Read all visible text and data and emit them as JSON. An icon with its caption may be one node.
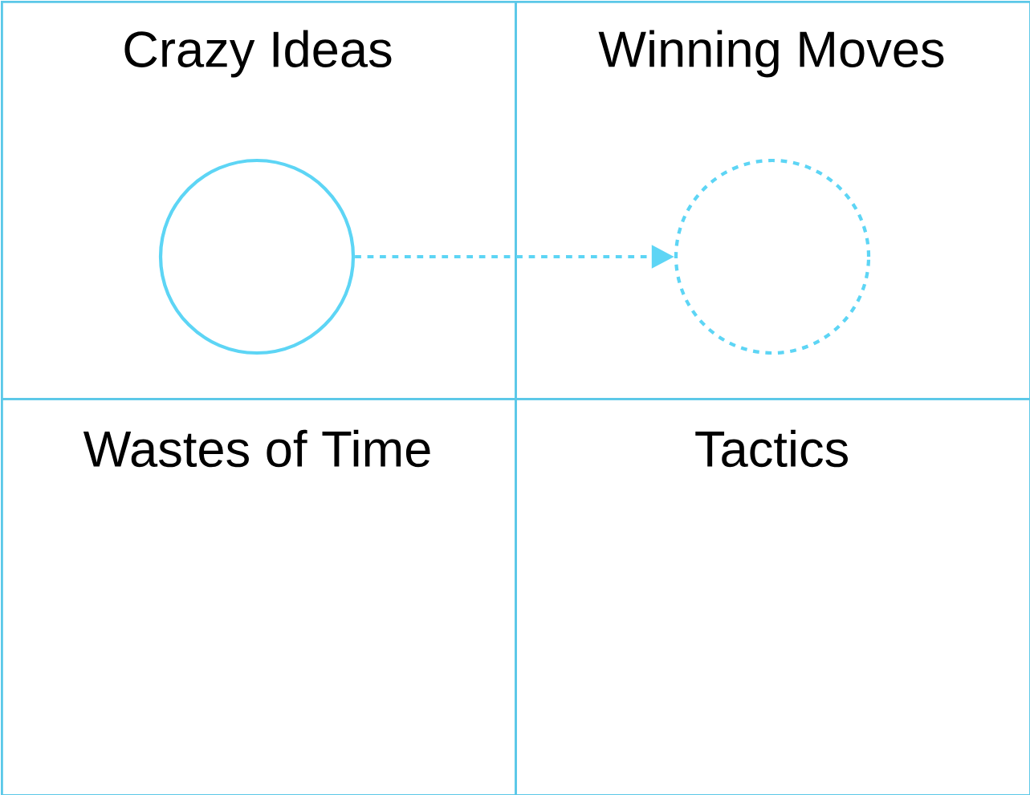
{
  "diagram": {
    "nodes": [
      {
        "text": [
          "Crazy Ideas"
        ]
      },
      {
        "text": [
          "Winning Moves"
        ]
      },
      {
        "text": [
          "Wastes of Time"
        ]
      },
      {
        "text": [
          "Tactics"
        ]
      },
      {
        "text": [],
        "shape": "circle",
        "in": 0
      },
      {
        "text": [],
        "shape": "circle",
        "in": 1
      }
    ],
    "edges": [
      {
        "from": 4,
        "to": 5,
        "arrow": "to",
        "style": "dashed"
      }
    ]
  }
}
